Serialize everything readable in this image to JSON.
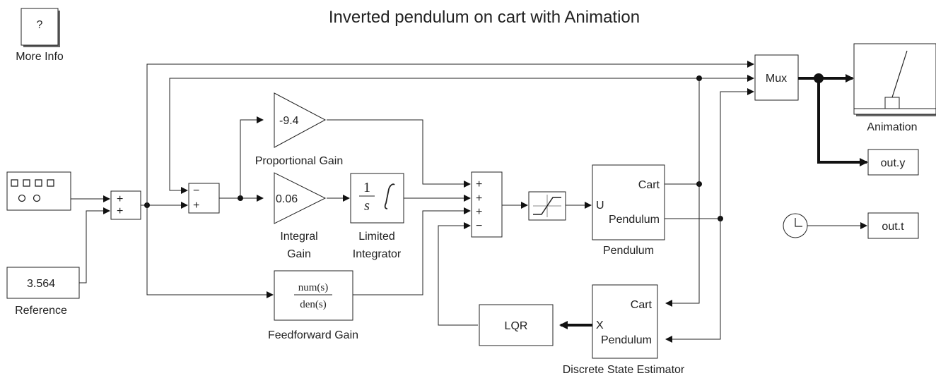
{
  "title": "Inverted pendulum on cart with Animation",
  "more_info": {
    "symbol": "?",
    "label": "More Info"
  },
  "signal_builder": {
    "label": ""
  },
  "reference": {
    "value": "3.564",
    "label": "Reference"
  },
  "sum1": {
    "signs": [
      "+",
      "+"
    ]
  },
  "sum2": {
    "signs": [
      "−",
      "+"
    ]
  },
  "sum3": {
    "signs": [
      "+",
      "+",
      "+",
      "−"
    ]
  },
  "proportional_gain": {
    "value": "-9.4",
    "label": "Proportional Gain"
  },
  "integral_gain": {
    "value": "0.06",
    "label_line1": "Integral",
    "label_line2": "Gain"
  },
  "integrator": {
    "numerator": "1",
    "denominator": "s",
    "label_line1": "Limited",
    "label_line2": "Integrator"
  },
  "feedforward": {
    "numerator": "num(s)",
    "denominator": "den(s)",
    "label": "Feedforward Gain"
  },
  "pendulum": {
    "port_cart": "Cart",
    "port_u": "U",
    "port_pendulum": "Pendulum",
    "label": "Pendulum"
  },
  "lqr": {
    "text": "LQR"
  },
  "estimator": {
    "port_cart": "Cart",
    "port_x": "X",
    "port_pendulum": "Pendulum",
    "label": "Discrete State Estimator"
  },
  "mux": {
    "text": "Mux"
  },
  "animation": {
    "label": "Animation"
  },
  "out_y": {
    "text": "out.y"
  },
  "out_t": {
    "text": "out.t"
  },
  "icons": [
    "question-icon",
    "signal-builder-icon",
    "saturation-icon",
    "clock-icon",
    "pendulum-animation-icon"
  ]
}
